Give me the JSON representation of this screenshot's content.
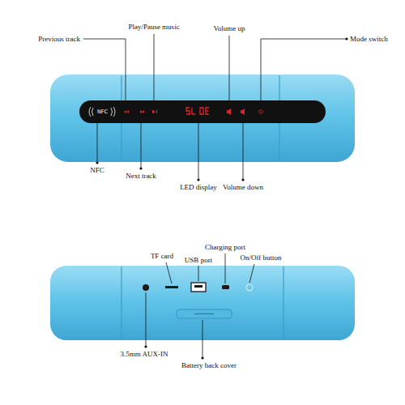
{
  "diagram": {
    "labels": [
      "Previous track",
      "Play/Pause music",
      "Volume up",
      "Mode switch",
      "NFC",
      "NFC",
      "Next track",
      "LED display",
      "Volume down",
      "TF card",
      "USB port",
      "Charging port",
      "On/Off button",
      "3.5mm AUX-IN",
      "Battery back cover"
    ]
  }
}
